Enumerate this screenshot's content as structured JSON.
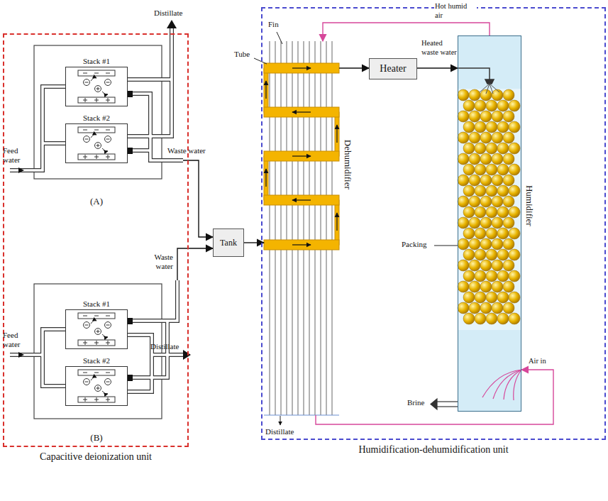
{
  "diagram": {
    "nodes": [
      {
        "text": [
          "Capacitive deionization unit"
        ]
      },
      {
        "text": [
          "(A)"
        ],
        "in": 0
      },
      {
        "text": [
          "Stack #1"
        ],
        "in": 1
      },
      {
        "text": [
          "Stack #2"
        ],
        "in": 1
      },
      {
        "text": [
          "(B)"
        ],
        "in": 0
      },
      {
        "text": [
          "Stack #1"
        ],
        "in": 4
      },
      {
        "text": [
          "Stack #2"
        ],
        "in": 4
      },
      {
        "text": [
          "Tank"
        ]
      },
      {
        "text": [
          "Humidification-dehumidification unit"
        ]
      },
      {
        "text": [
          "Dehumidifier"
        ],
        "in": 8
      },
      {
        "text": [
          "Heater"
        ],
        "in": 8
      },
      {
        "text": [
          "Humidifier"
        ],
        "in": 8
      }
    ],
    "edges": [
      {
        "from": 1,
        "to": 7,
        "arrow": "to"
      },
      {
        "from": 4,
        "to": 7,
        "arrow": "to"
      },
      {
        "from": 7,
        "to": 9,
        "arrow": "to"
      },
      {
        "from": 9,
        "to": 10,
        "arrow": "to"
      },
      {
        "from": 10,
        "to": 11,
        "label": "Heated waste water",
        "arrow": "to"
      },
      {
        "from": 11,
        "to": 9,
        "label": "Hot humid air",
        "arrow": "to"
      },
      {
        "from": 9,
        "to": 11,
        "label": "Air in",
        "arrow": "to"
      }
    ],
    "labels": [
      "Distillate",
      "Feed water",
      "Waste water",
      "Waste water",
      "Feed water",
      "Distillate",
      "Fin",
      "Tube",
      "Packing",
      "Brine",
      "Distillate"
    ]
  }
}
